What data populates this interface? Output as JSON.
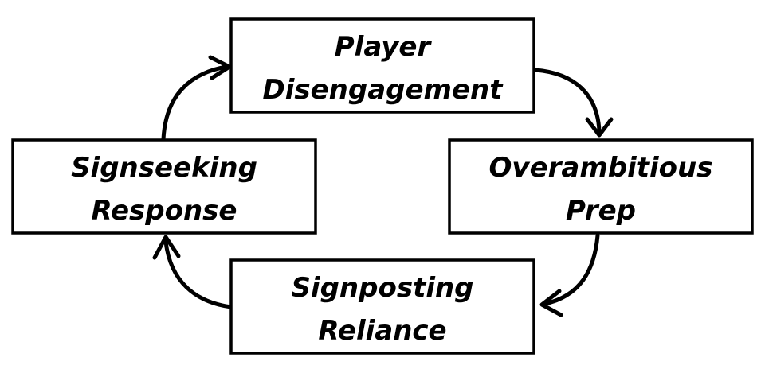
{
  "nodes": [
    {
      "id": "player-disengagement",
      "lines": [
        "Player",
        "Disengagement"
      ]
    },
    {
      "id": "overambitious-prep",
      "lines": [
        "Overambitious",
        "Prep"
      ]
    },
    {
      "id": "signposting-reliance",
      "lines": [
        "Signposting",
        "Reliance"
      ]
    },
    {
      "id": "signseeking-response",
      "lines": [
        "Signseeking",
        "Response"
      ]
    }
  ],
  "edges": [
    {
      "from": "player-disengagement",
      "to": "overambitious-prep"
    },
    {
      "from": "overambitious-prep",
      "to": "signposting-reliance"
    },
    {
      "from": "signposting-reliance",
      "to": "signseeking-response"
    },
    {
      "from": "signseeking-response",
      "to": "player-disengagement"
    }
  ],
  "colors": {
    "stroke": "#000000",
    "background": "#ffffff"
  }
}
